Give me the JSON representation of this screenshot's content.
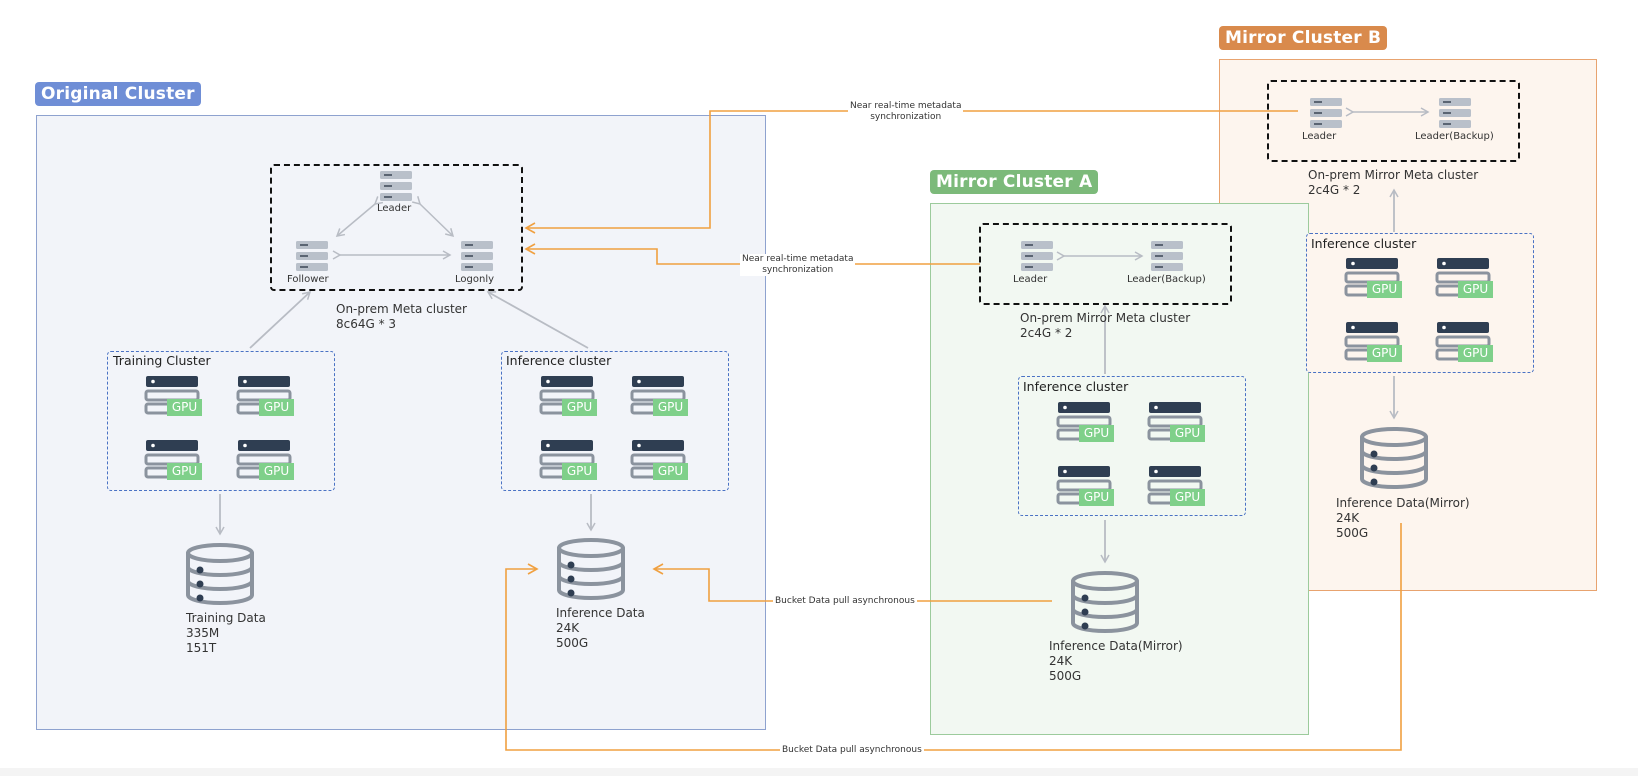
{
  "clusters": {
    "original": {
      "title": "Original Cluster",
      "meta": {
        "leader": "Leader",
        "follower": "Follower",
        "logonly": "Logonly",
        "caption": "On-prem Meta cluster",
        "spec": "8c64G * 3"
      },
      "training": {
        "title": "Training Cluster",
        "gpu_label": "GPU",
        "data_title": "Training Data",
        "data_count": "335M",
        "data_size": "151T"
      },
      "inference": {
        "title": "Inference cluster",
        "gpu_label": "GPU",
        "data_title": "Inference Data",
        "data_count": "24K",
        "data_size": "500G"
      }
    },
    "mirror_a": {
      "title": "Mirror Cluster A",
      "meta": {
        "leader": "Leader",
        "backup": "Leader(Backup)",
        "caption": "On-prem Mirror Meta cluster",
        "spec": "2c4G * 2"
      },
      "inference": {
        "title": "Inference cluster",
        "gpu_label": "GPU",
        "data_title": "Inference Data(Mirror)",
        "data_count": "24K",
        "data_size": "500G"
      }
    },
    "mirror_b": {
      "title": "Mirror Cluster B",
      "meta": {
        "leader": "Leader",
        "backup": "Leader(Backup)",
        "caption": "On-prem Mirror Meta cluster",
        "spec": "2c4G * 2"
      },
      "inference": {
        "title": "Inference cluster",
        "gpu_label": "GPU",
        "data_title": "Inference Data(Mirror)",
        "data_count": "24K",
        "data_size": "500G"
      }
    }
  },
  "connectors": {
    "sync_b_line1": "Near real-time metadata",
    "sync_b_line2": "synchronization",
    "sync_a_line1": "Near real-time metadata",
    "sync_a_line2": "synchronization",
    "pull_a": "Bucket Data pull asynchronous",
    "pull_b": "Bucket Data pull asynchronous"
  },
  "colors": {
    "original_badge": "#6f8ed6",
    "original_fill": "#f2f4f9",
    "original_border": "#8ea2cf",
    "mirror_a_badge": "#7cba7a",
    "mirror_a_fill": "#f2f8f2",
    "mirror_a_border": "#9ccb9c",
    "mirror_b_badge": "#d98a4c",
    "mirror_b_fill": "#fdf5ee",
    "mirror_b_border": "#e8a36f",
    "orange_line": "#f0a040",
    "gray_arrow": "#b8bcc4",
    "gpu_tag": "#7fd08a"
  }
}
